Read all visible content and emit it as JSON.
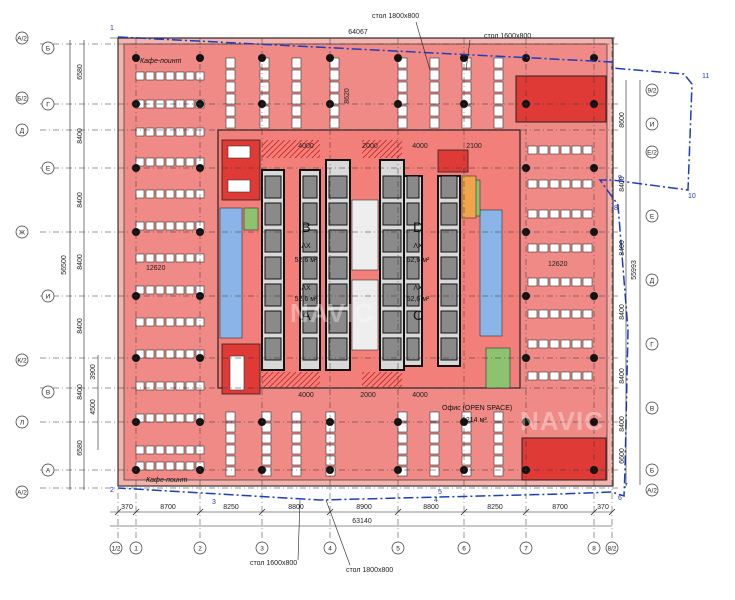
{
  "plan": {
    "top_callouts": {
      "table_1800": "стол 1800x800",
      "table_1600": "стол 1600x800"
    },
    "bottom_callouts": {
      "table_1600": "стол 1600x800",
      "table_1800": "стол 1800x800"
    },
    "overall_width_top": "64067",
    "overall_width_bottom": "63140",
    "bottom_dims": [
      "370",
      "8700",
      "8250",
      "8800",
      "8900",
      "8800",
      "8250",
      "8700",
      "370"
    ],
    "left_dims": [
      "6580",
      "8400",
      "8400",
      "8400",
      "8400",
      "8400",
      "6580"
    ],
    "left_total": "56500",
    "left_small_dims": [
      "3900",
      "4500"
    ],
    "right_dims": [
      "8600",
      "8400",
      "8400",
      "8400",
      "8400",
      "8400",
      "6600"
    ],
    "right_total": "55993",
    "inner_dims": {
      "top": "4000",
      "top_mid": "2000",
      "top_right": "2100",
      "bottom": "4000",
      "bottom_mid": "2000",
      "left_core": "12620",
      "right_core": "12620"
    },
    "axis_bottom": [
      "1/2",
      "1",
      "2",
      "3",
      "4",
      "5",
      "6",
      "7",
      "8",
      "8/2"
    ],
    "axis_left": [
      "A/2",
      "Б",
      "Б/2",
      "Г",
      "Д",
      "Е",
      "Ж",
      "И",
      "К/2",
      "В",
      "Л",
      "А",
      "А/2"
    ],
    "axis_right": [
      "9/2",
      "И",
      "Е/2",
      "Е",
      "Д",
      "Г",
      "В",
      "Б",
      "А/2"
    ],
    "rooms": {
      "b": "B",
      "d": "D",
      "a": "A",
      "c": "C"
    },
    "room_area": "52,6 м²",
    "room_mark": "ΛX",
    "cafe_top": "Кафе-поинт",
    "cafe_bottom": "Кафе-поинт",
    "office": "Офис (OPEN SPACE)",
    "office_area": "1214 м²",
    "watermark_1": "NAVIC",
    "watermark_2": "NAVIC",
    "boundary_points": [
      "1",
      "2",
      "3",
      "4",
      "5",
      "6",
      "7",
      "8",
      "9",
      "10",
      "11"
    ],
    "center_dim": "8620"
  }
}
